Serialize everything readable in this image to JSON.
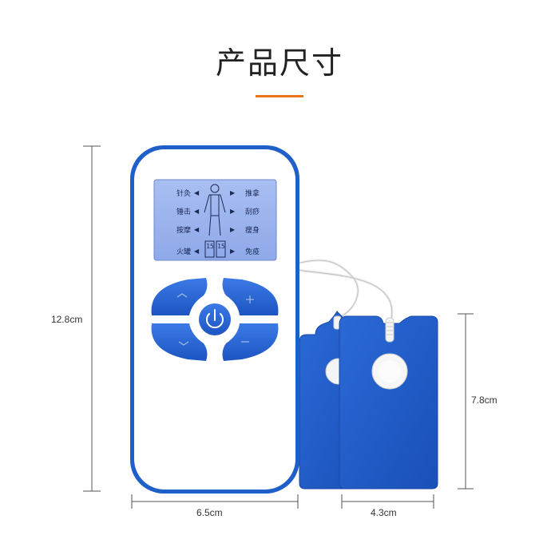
{
  "heading": {
    "title": "产品尺寸",
    "accent_color": "#e8751a"
  },
  "device": {
    "brand_color": "#1f5fc9",
    "screen": {
      "modes_left": [
        "针灸",
        "锤击",
        "按摩",
        "火罐"
      ],
      "modes_right": [
        "推拿",
        "刮痧",
        "瘦身",
        "免疫"
      ],
      "timer_values": [
        "15",
        "15"
      ]
    },
    "buttons": [
      "power-button",
      "mode-up-button",
      "mode-down-button",
      "plus-button",
      "minus-button"
    ]
  },
  "dimensions": {
    "device_height": "12.8cm",
    "device_width": "6.5cm",
    "pad_height": "7.8cm",
    "pad_width": "4.3cm"
  }
}
